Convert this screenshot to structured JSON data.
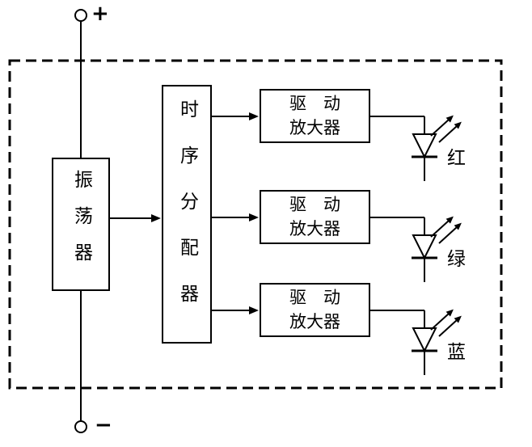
{
  "terminals": {
    "plus_label": "+",
    "minus_label": "−"
  },
  "blocks": {
    "oscillator_label": "振荡器",
    "distributor_label": "时序分配器",
    "amplifiers": [
      {
        "line1": "驱　动",
        "line2": "放大器"
      },
      {
        "line1": "驱　动",
        "line2": "放大器"
      },
      {
        "line1": "驱　动",
        "line2": "放大器"
      }
    ]
  },
  "leds": [
    {
      "color_label": "红"
    },
    {
      "color_label": "绿"
    },
    {
      "color_label": "蓝"
    }
  ],
  "colors": {
    "line": "#000000",
    "background": "#ffffff"
  }
}
